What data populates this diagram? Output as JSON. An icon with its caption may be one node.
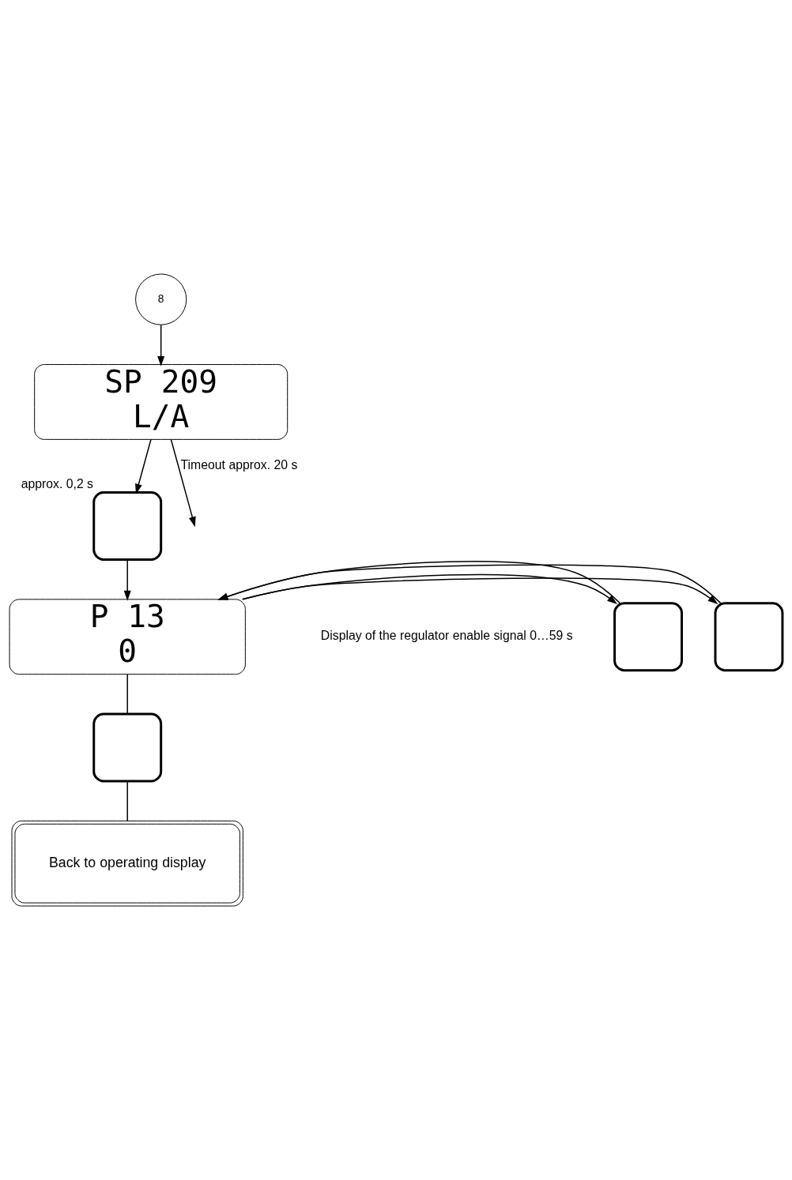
{
  "diagram": {
    "nodes": [
      {
        "text": [
          "8"
        ]
      },
      {
        "text": [
          "SP 209",
          "L/A"
        ]
      },
      {
        "text": [],
        "shape": "box",
        "beside": [
          "approx. 0,2 s"
        ]
      },
      {
        "text": [
          "P 13",
          "0"
        ]
      },
      {
        "text": [],
        "shape": "box"
      },
      {
        "text": [],
        "shape": "box"
      },
      {
        "text": [],
        "shape": "box"
      },
      {
        "text": [
          "Back to operating display"
        ]
      }
    ],
    "edges": [
      {
        "from": 0,
        "to": 1,
        "arrow": "to"
      },
      {
        "from": 1,
        "to": null,
        "arrow": "to",
        "label": "Timeout approx. 20 s"
      },
      {
        "from": 1,
        "to": 2,
        "arrow": "to"
      },
      {
        "from": 2,
        "to": 3,
        "arrow": "to"
      },
      {
        "from": 3,
        "to": 4,
        "arrow": "to"
      },
      {
        "from": 4,
        "to": 3,
        "arrow": "to"
      },
      {
        "from": 3,
        "to": 5,
        "arrow": "to"
      },
      {
        "from": 5,
        "to": 3,
        "arrow": "to"
      },
      {
        "from": 3,
        "to": 6,
        "arrow": "none"
      },
      {
        "from": 6,
        "to": 7,
        "arrow": "none"
      }
    ],
    "labels": [
      "Display of the regulator enable signal 0…59 s"
    ]
  }
}
